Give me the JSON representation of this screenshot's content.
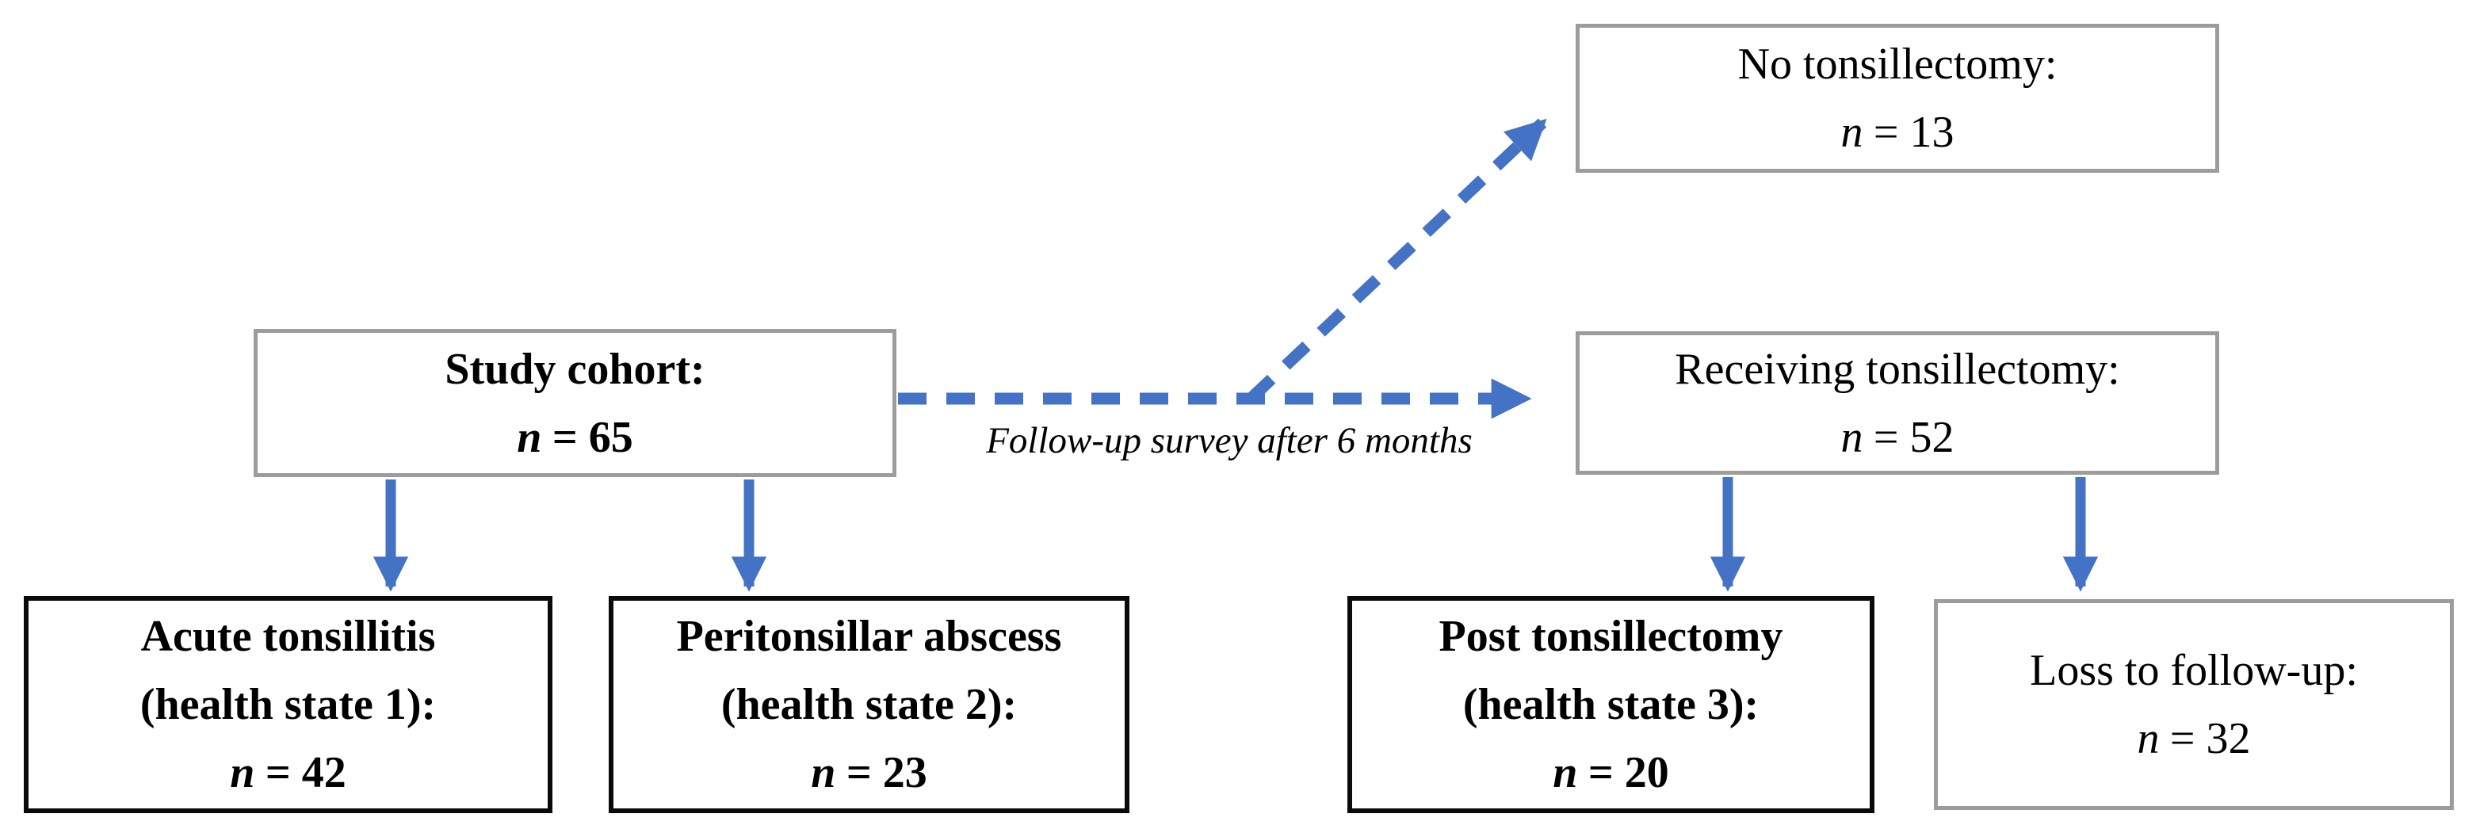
{
  "figure": {
    "type": "study-flow-diagram",
    "colors": {
      "arrow_blue": "#4472C4",
      "border_gray": "#9C9C9C",
      "border_black": "#0A0A0A",
      "background": "#FFFFFF",
      "text": "#000000"
    },
    "nodes": {
      "study_cohort": {
        "title": "Study cohort:",
        "n_symbol": "n",
        "n_value": "= 65"
      },
      "no_tonsillectomy": {
        "title": "No tonsillectomy:",
        "n_symbol": "n",
        "n_value": "= 13"
      },
      "receiving_tonsillectomy": {
        "title": "Receiving tonsillectomy:",
        "n_symbol": "n",
        "n_value": "= 52"
      },
      "acute_tonsillitis": {
        "title": "Acute tonsillitis",
        "subtitle": "(health state 1):",
        "n_symbol": "n",
        "n_value": "= 42"
      },
      "peritonsillar_abscess": {
        "title": "Peritonsillar abscess",
        "subtitle": "(health state 2):",
        "n_symbol": "n",
        "n_value": "= 23"
      },
      "post_tonsillectomy": {
        "title": "Post tonsillectomy",
        "subtitle": "(health state 3):",
        "n_symbol": "n",
        "n_value": "= 20"
      },
      "loss_to_follow_up": {
        "title": "Loss to follow-up:",
        "n_symbol": "n",
        "n_value": "= 32"
      }
    },
    "edges": [
      {
        "from": "study_cohort",
        "to": "acute_tonsillitis",
        "style": "solid"
      },
      {
        "from": "study_cohort",
        "to": "peritonsillar_abscess",
        "style": "solid"
      },
      {
        "from": "study_cohort",
        "to": "no_tonsillectomy",
        "style": "dashed"
      },
      {
        "from": "study_cohort",
        "to": "receiving_tonsillectomy",
        "style": "dashed",
        "label": "Follow-up survey after 6 months"
      },
      {
        "from": "receiving_tonsillectomy",
        "to": "post_tonsillectomy",
        "style": "solid"
      },
      {
        "from": "receiving_tonsillectomy",
        "to": "loss_to_follow_up",
        "style": "solid"
      }
    ]
  }
}
